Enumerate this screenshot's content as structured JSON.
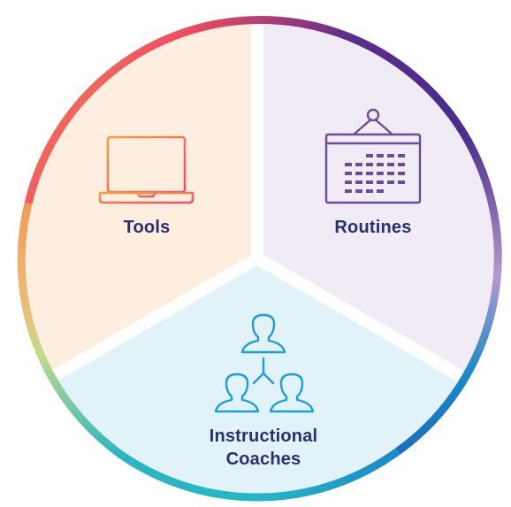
{
  "segments": [
    {
      "label": "Tools",
      "icon": "laptop-icon"
    },
    {
      "label": "Routines",
      "icon": "calendar-icon"
    },
    {
      "label_lines": [
        "Instructional",
        "Coaches"
      ],
      "icon": "team-hierarchy-icon"
    }
  ],
  "colors": {
    "tools_fill": "#fdeee0",
    "routines_fill": "#f1ebf6",
    "coaches_fill": "#e1f2f8",
    "label_text": "#2a2f6e",
    "ring_gradient": [
      "#ef4b5f",
      "#f39a5a",
      "#c4da8a",
      "#2bb5c0",
      "#1a8ac8",
      "#5b2e8e",
      "#b59ad0"
    ],
    "laptop_gradient": [
      "#f8a03b",
      "#ef4a6e"
    ],
    "calendar_color": "#6b4d96",
    "people_color": "#1b9fd6"
  }
}
